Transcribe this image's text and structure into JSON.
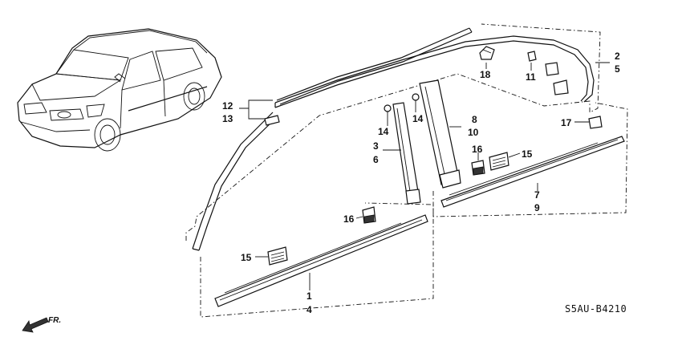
{
  "diagram": {
    "code": "S5AU-B4210",
    "direction_label": "FR.",
    "labels": {
      "p2": "2",
      "p5": "5",
      "p18": "18",
      "p11": "11",
      "p12": "12",
      "p13": "13",
      "p14a": "14",
      "p14b": "14",
      "p3": "3",
      "p6": "6",
      "p8": "8",
      "p10": "10",
      "p17": "17",
      "p16a": "16",
      "p15a": "15",
      "p7": "7",
      "p9": "9",
      "p16b": "16",
      "p15b": "15",
      "p1": "1",
      "p4": "4"
    }
  }
}
